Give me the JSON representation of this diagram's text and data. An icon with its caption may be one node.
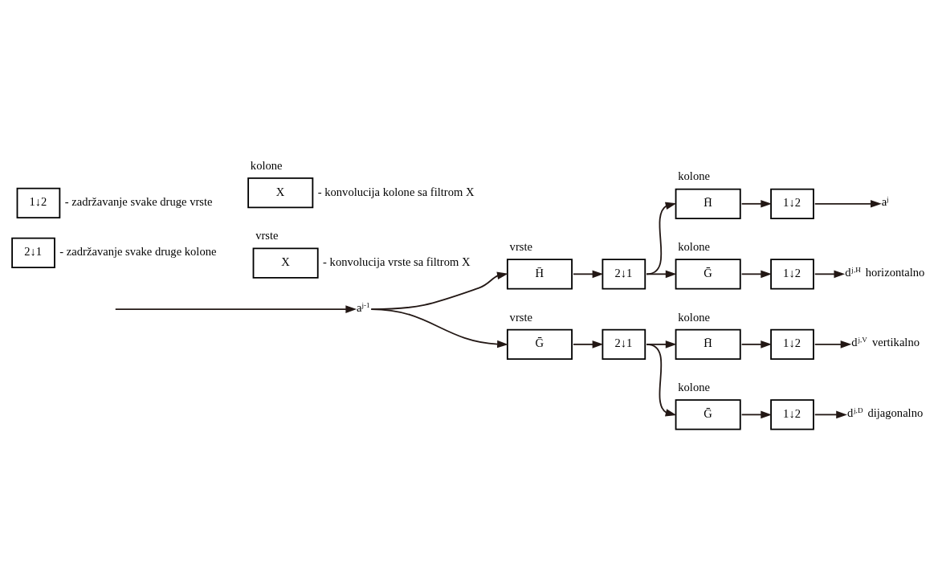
{
  "diagram": {
    "nodes": [
      {
        "text": [
          "a$^{j-1}$"
        ]
      },
      {
        "text": [
          "vrste",
          "H̄"
        ]
      },
      {
        "text": [
          "2↓1"
        ]
      },
      {
        "text": [
          "vrste",
          "Ḡ"
        ]
      },
      {
        "text": [
          "2↓1"
        ]
      },
      {
        "text": [
          "kolone",
          "H̄"
        ]
      },
      {
        "text": [
          "1↓2"
        ]
      },
      {
        "text": [
          "a$^{j}$"
        ]
      },
      {
        "text": [
          "kolone",
          "Ḡ"
        ]
      },
      {
        "text": [
          "1↓2"
        ]
      },
      {
        "text": [
          "d$^{j,H}$ horizontalno"
        ]
      },
      {
        "text": [
          "kolone",
          "H̄"
        ]
      },
      {
        "text": [
          "1↓2"
        ]
      },
      {
        "text": [
          "d$^{j,V}$ vertikalno"
        ]
      },
      {
        "text": [
          "kolone",
          "Ḡ"
        ]
      },
      {
        "text": [
          "1↓2"
        ]
      },
      {
        "text": [
          "d$^{j,D}$ dijagonalno"
        ]
      },
      {
        "text": [
          "2↓1"
        ],
        "beside": [
          "- zadržavanje svake druge kolone"
        ]
      },
      {
        "text": [
          "1↓2"
        ],
        "beside": [
          "- zadržavanje svake druge vrste"
        ]
      },
      {
        "text": [
          "vrste",
          "X"
        ],
        "beside": [
          "- konvolucija vrste sa filtrom X"
        ]
      },
      {
        "text": [
          "kolone",
          "X"
        ],
        "beside": [
          "- konvolucija kolone sa filtrom X"
        ]
      }
    ],
    "edges": [
      {
        "from": null,
        "to": 0,
        "arrow": "to"
      },
      {
        "from": 0,
        "to": 1,
        "arrow": "to"
      },
      {
        "from": 0,
        "to": 3,
        "arrow": "to"
      },
      {
        "from": 1,
        "to": 2,
        "arrow": "to"
      },
      {
        "from": 3,
        "to": 4,
        "arrow": "to"
      },
      {
        "from": 2,
        "to": 5,
        "arrow": "to"
      },
      {
        "from": 2,
        "to": 8,
        "arrow": "to"
      },
      {
        "from": 4,
        "to": 11,
        "arrow": "to"
      },
      {
        "from": 4,
        "to": 14,
        "arrow": "to"
      },
      {
        "from": 5,
        "to": 6,
        "arrow": "to"
      },
      {
        "from": 6,
        "to": 7,
        "arrow": "to"
      },
      {
        "from": 8,
        "to": 9,
        "arrow": "to"
      },
      {
        "from": 9,
        "to": 10,
        "arrow": "to"
      },
      {
        "from": 11,
        "to": 12,
        "arrow": "to"
      },
      {
        "from": 12,
        "to": 13,
        "arrow": "to"
      },
      {
        "from": 14,
        "to": 15,
        "arrow": "to"
      },
      {
        "from": 15,
        "to": 16,
        "arrow": "to"
      }
    ]
  }
}
